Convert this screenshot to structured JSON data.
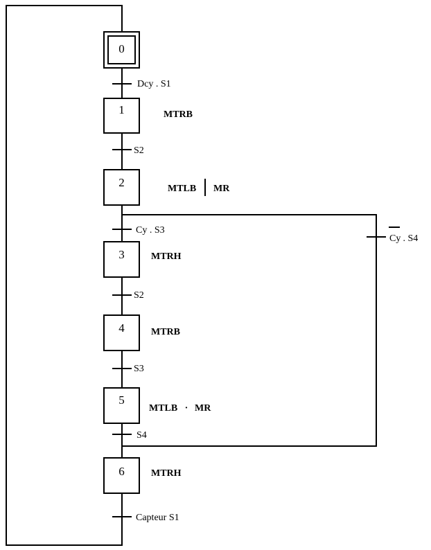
{
  "steps": [
    {
      "id": "0",
      "initial": true
    },
    {
      "id": "1"
    },
    {
      "id": "2"
    },
    {
      "id": "3"
    },
    {
      "id": "4"
    },
    {
      "id": "5"
    },
    {
      "id": "6"
    }
  ],
  "transitions": [
    {
      "from": "0",
      "to": "1",
      "label": "Dcy . S1"
    },
    {
      "from": "1",
      "to": "2",
      "label": "S2"
    },
    {
      "from": "2",
      "to": "3",
      "label": "Cy . S3"
    },
    {
      "from": "3",
      "to": "4",
      "label": "S2"
    },
    {
      "from": "4",
      "to": "5",
      "label": "S3"
    },
    {
      "from": "5",
      "to": "6",
      "label": "S4"
    },
    {
      "from": "6",
      "to": "0",
      "label": "Capteur S1"
    },
    {
      "from": "2",
      "to": "6",
      "label_prefix": "Cy",
      "label_rest": ".  S4",
      "overline_on_prefix": true
    }
  ],
  "actions": {
    "step1": "MTRB",
    "step2_left": "MTLB",
    "step2_right": "MR",
    "step3": "MTRH",
    "step4": "MTRB",
    "step5_left": "MTLB",
    "step5_sep": "·",
    "step5_right": "MR",
    "step6": "MTRH"
  }
}
